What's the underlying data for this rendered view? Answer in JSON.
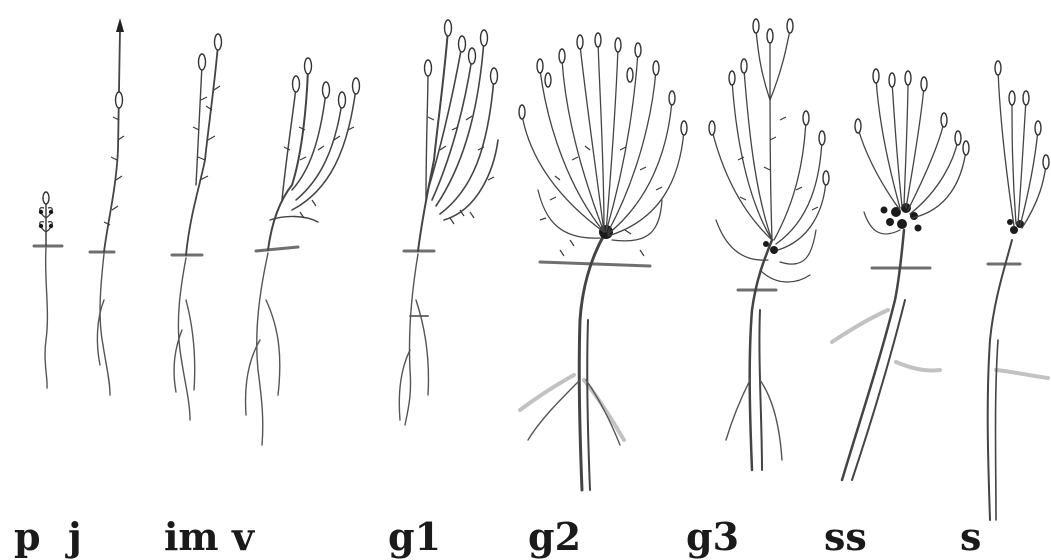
{
  "stages": [
    {
      "label": "p"
    },
    {
      "label": "j"
    },
    {
      "label": "im"
    },
    {
      "label": "v"
    },
    {
      "label": "g1"
    },
    {
      "label": "g2"
    },
    {
      "label": "g3"
    },
    {
      "label": "ss"
    },
    {
      "label": "s"
    }
  ]
}
